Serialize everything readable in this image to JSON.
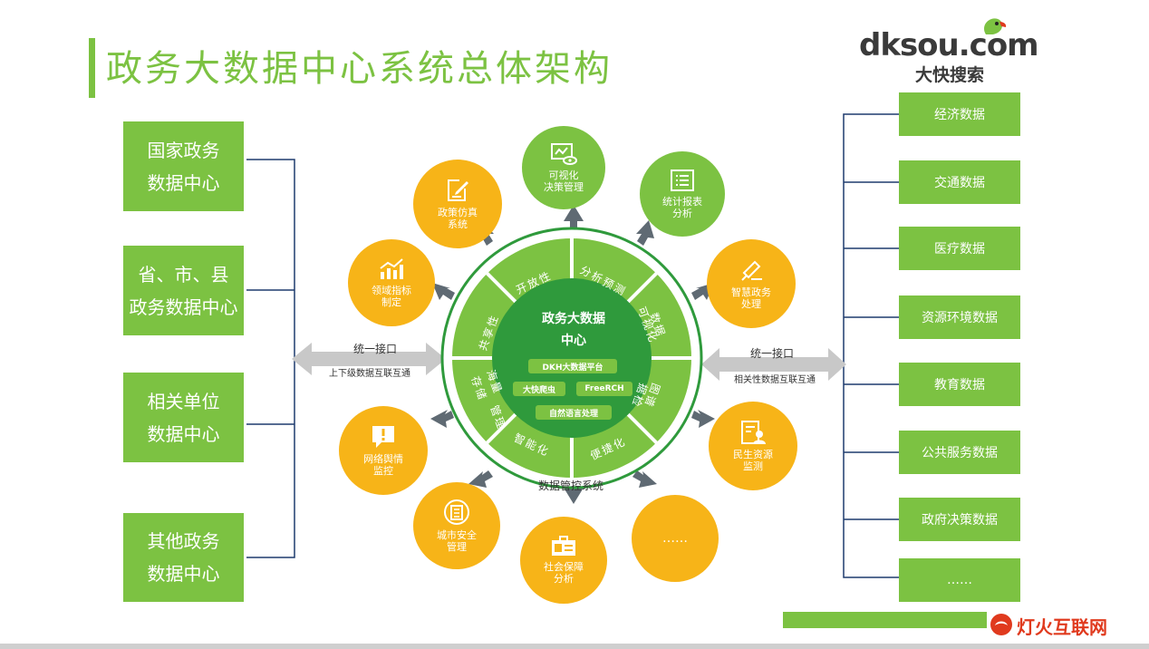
{
  "title": "政务大数据中心系统总体架构",
  "logo": {
    "text": "dksou.com",
    "subtitle": "大快搜索"
  },
  "left_boxes": [
    {
      "line1": "国家政务",
      "line2": "数据中心"
    },
    {
      "line1": "省、市、县",
      "line2": "政务数据中心"
    },
    {
      "line1": "相关单位",
      "line2": "数据中心"
    },
    {
      "line1": "其他政务",
      "line2": "数据中心"
    }
  ],
  "right_boxes": [
    "经济数据",
    "交通数据",
    "医疗数据",
    "资源环境数据",
    "教育数据",
    "公共服务数据",
    "政府决策数据",
    "……"
  ],
  "left_arrow": {
    "label": "统一接口",
    "sub": "上下级数据互联互通"
  },
  "right_arrow": {
    "label": "统一接口",
    "sub": "相关性数据互联互通"
  },
  "center": {
    "title": "政务大数据",
    "title2": "中心",
    "platform": "DKH大数据平台",
    "pill_a": "大快爬虫",
    "pill_b": "FreeRCH",
    "pill_c": "自然语言处理",
    "control": "数据管控系统"
  },
  "ring_sectors": [
    {
      "text": "开放性"
    },
    {
      "text": "分析预测"
    },
    {
      "text": "可视化",
      "pre": "数据"
    },
    {
      "text": "据检",
      "pre": "图谱"
    },
    {
      "text": "便捷化"
    },
    {
      "text": "智能化"
    },
    {
      "text": "存储",
      "pre": "海量",
      "post": "管理"
    },
    {
      "text": "共享性"
    }
  ],
  "outer_nodes": [
    {
      "line1": "可视化",
      "line2": "决策管理",
      "icon": "monitor-eye-icon",
      "color": "green"
    },
    {
      "line1": "统计报表",
      "line2": "分析",
      "icon": "list-icon",
      "color": "green"
    },
    {
      "line1": "智慧政务",
      "line2": "处理",
      "icon": "stamp-icon",
      "color": "yellow"
    },
    {
      "line1": "民生资源",
      "line2": "监测",
      "icon": "id-card-icon",
      "color": "yellow"
    },
    {
      "line1": "……",
      "line2": "",
      "icon": "",
      "color": "yellow"
    },
    {
      "line1": "社会保障",
      "line2": "分析",
      "icon": "briefcase-icon",
      "color": "yellow"
    },
    {
      "line1": "城市安全",
      "line2": "管理",
      "icon": "building-icon",
      "color": "yellow"
    },
    {
      "line1": "网络舆情",
      "line2": "监控",
      "icon": "alert-chat-icon",
      "color": "yellow"
    },
    {
      "line1": "领域指标",
      "line2": "制定",
      "icon": "bar-chart-icon",
      "color": "yellow"
    },
    {
      "line1": "政策仿真",
      "line2": "系统",
      "icon": "edit-doc-icon",
      "color": "yellow"
    }
  ],
  "watermark": "灯火互联网",
  "colors": {
    "green": "#7cc242",
    "dark_green": "#2f9a3c",
    "yellow": "#f7b418",
    "navy": "#1f3b6e"
  }
}
